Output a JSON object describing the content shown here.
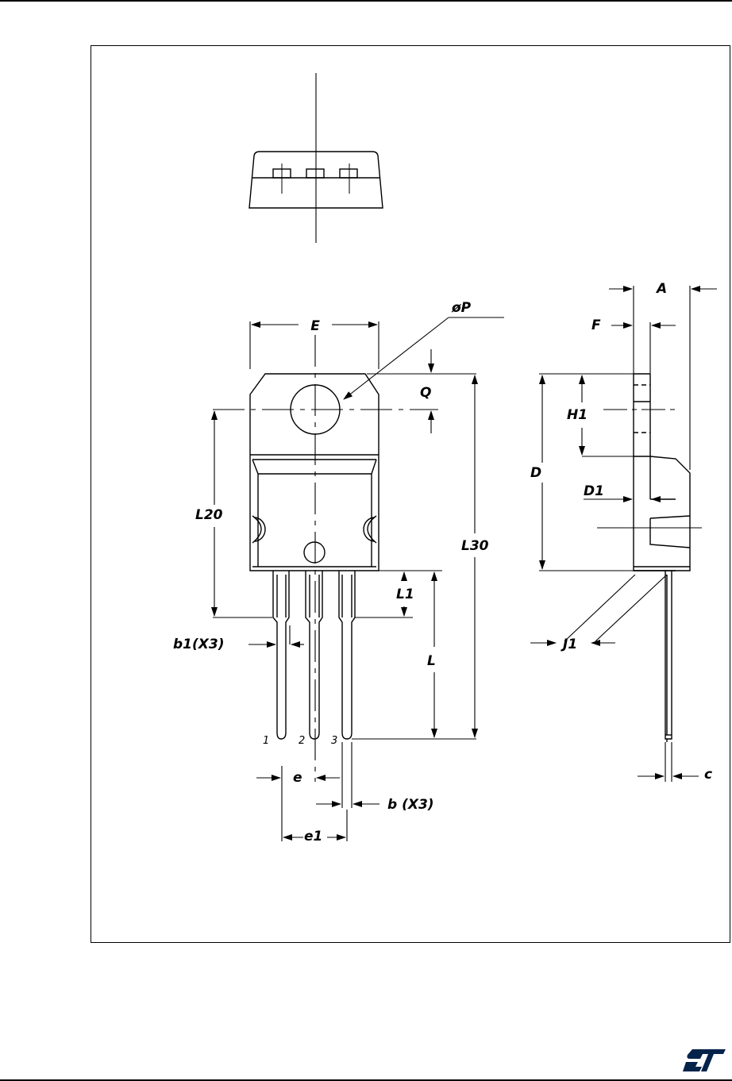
{
  "labels": {
    "E": "E",
    "oP": "øP",
    "Q": "Q",
    "L20": "L20",
    "L30": "L30",
    "L1": "L1",
    "L": "L",
    "b1": "b1(X3)",
    "e": "e",
    "b": "b  (X3)",
    "e1": "e1",
    "A": "A",
    "F": "F",
    "H1": "H1",
    "D": "D",
    "D1": "D1",
    "J1": "J1",
    "c": "c"
  },
  "pins": [
    "1",
    "2",
    "3"
  ],
  "logo": {
    "text": "ST",
    "color": "#03234b"
  }
}
